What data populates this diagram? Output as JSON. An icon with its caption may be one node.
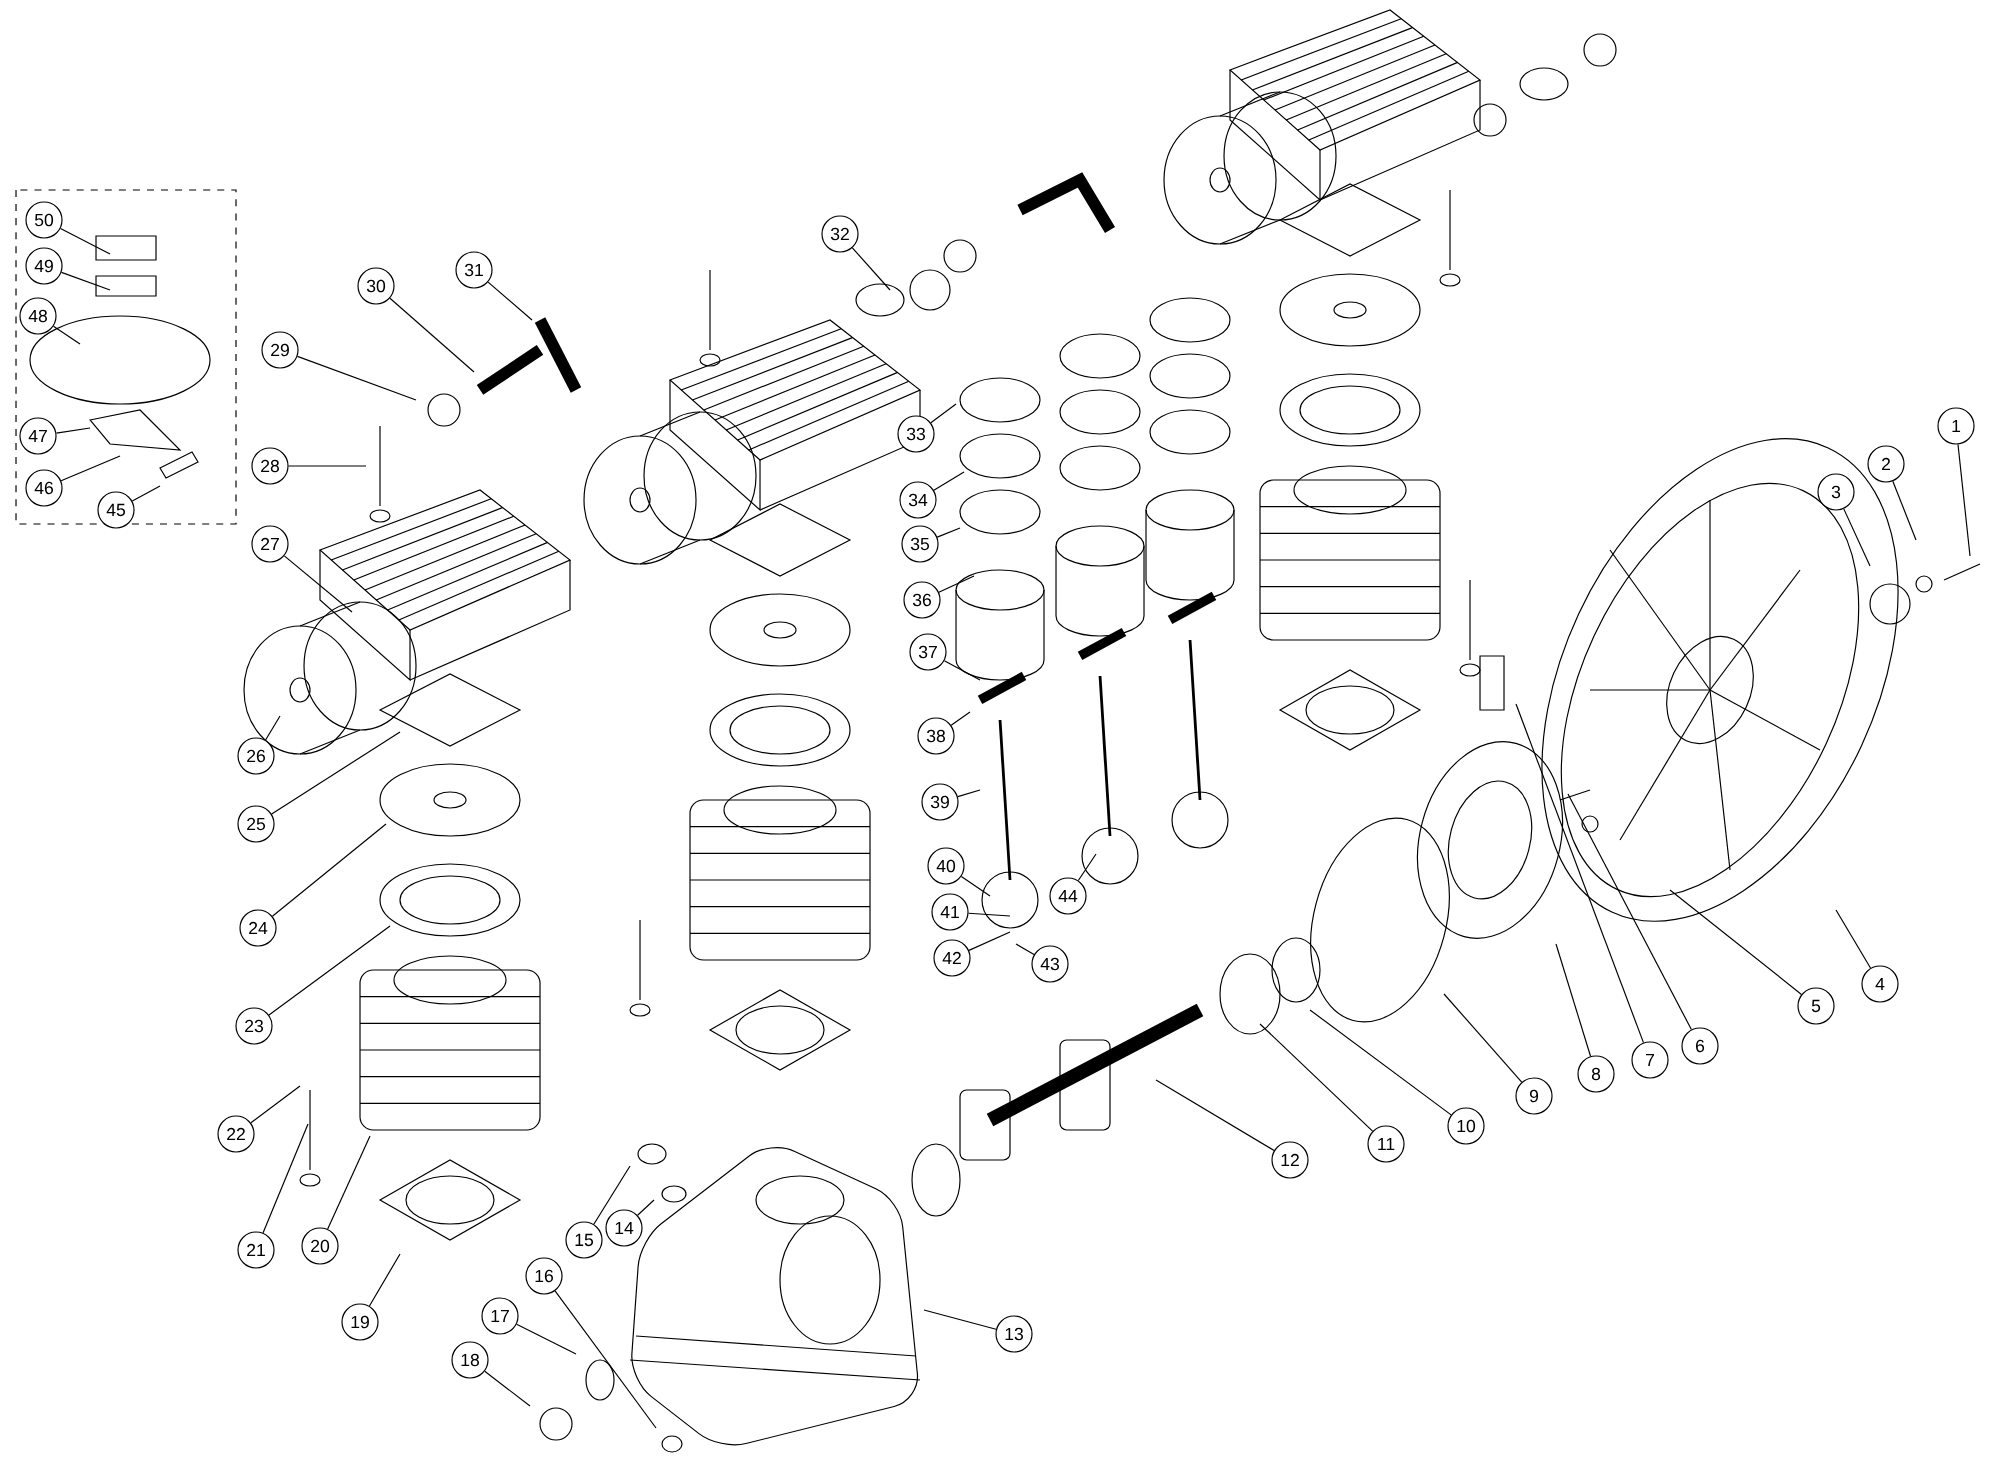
{
  "diagram": {
    "nodes": [
      {
        "text": [
          "50"
        ]
      },
      {
        "text": [
          "49"
        ]
      },
      {
        "text": [
          "48"
        ]
      },
      {
        "text": [
          "47"
        ]
      },
      {
        "text": [
          "46"
        ]
      },
      {
        "text": [
          "45"
        ]
      },
      {
        "text": [
          "1"
        ]
      },
      {
        "text": [
          "2"
        ]
      },
      {
        "text": [
          "3"
        ]
      },
      {
        "text": [
          "4"
        ]
      },
      {
        "text": [
          "5"
        ]
      },
      {
        "text": [
          "6"
        ]
      },
      {
        "text": [
          "7"
        ]
      },
      {
        "text": [
          "8"
        ]
      },
      {
        "text": [
          "9"
        ]
      },
      {
        "text": [
          "10"
        ]
      },
      {
        "text": [
          "11"
        ]
      },
      {
        "text": [
          "12"
        ]
      },
      {
        "text": [
          "13"
        ]
      },
      {
        "text": [
          "14"
        ]
      },
      {
        "text": [
          "15"
        ]
      },
      {
        "text": [
          "16"
        ]
      },
      {
        "text": [
          "17"
        ]
      },
      {
        "text": [
          "18"
        ]
      },
      {
        "text": [
          "19"
        ]
      },
      {
        "text": [
          "20"
        ]
      },
      {
        "text": [
          "21"
        ]
      },
      {
        "text": [
          "22"
        ]
      },
      {
        "text": [
          "23"
        ]
      },
      {
        "text": [
          "24"
        ]
      },
      {
        "text": [
          "25"
        ]
      },
      {
        "text": [
          "26"
        ]
      },
      {
        "text": [
          "27"
        ]
      },
      {
        "text": [
          "28"
        ]
      },
      {
        "text": [
          "29"
        ]
      },
      {
        "text": [
          "30"
        ]
      },
      {
        "text": [
          "31"
        ]
      },
      {
        "text": [
          "32"
        ]
      },
      {
        "text": [
          "33"
        ]
      },
      {
        "text": [
          "34"
        ]
      },
      {
        "text": [
          "35"
        ]
      },
      {
        "text": [
          "36"
        ]
      },
      {
        "text": [
          "37"
        ]
      },
      {
        "text": [
          "38"
        ]
      },
      {
        "text": [
          "39"
        ]
      },
      {
        "text": [
          "40"
        ]
      },
      {
        "text": [
          "41"
        ]
      },
      {
        "text": [
          "42"
        ]
      },
      {
        "text": [
          "43"
        ]
      },
      {
        "text": [
          "44"
        ]
      }
    ],
    "edges": [
      {
        "from": 0,
        "to": null,
        "arrow": "none"
      },
      {
        "from": 1,
        "to": null,
        "arrow": "none"
      },
      {
        "from": 2,
        "to": null,
        "arrow": "none"
      },
      {
        "from": 3,
        "to": null,
        "arrow": "none"
      },
      {
        "from": 4,
        "to": null,
        "arrow": "none"
      },
      {
        "from": 5,
        "to": null,
        "arrow": "none"
      },
      {
        "from": 6,
        "to": null,
        "arrow": "none"
      },
      {
        "from": 7,
        "to": null,
        "arrow": "none"
      },
      {
        "from": 8,
        "to": null,
        "arrow": "none"
      },
      {
        "from": 9,
        "to": null,
        "arrow": "none"
      },
      {
        "from": 10,
        "to": null,
        "arrow": "none"
      },
      {
        "from": 11,
        "to": null,
        "arrow": "none"
      },
      {
        "from": 12,
        "to": null,
        "arrow": "none"
      },
      {
        "from": 13,
        "to": null,
        "arrow": "none"
      },
      {
        "from": 14,
        "to": null,
        "arrow": "none"
      },
      {
        "from": 15,
        "to": null,
        "arrow": "none"
      },
      {
        "from": 16,
        "to": null,
        "arrow": "none"
      },
      {
        "from": 17,
        "to": null,
        "arrow": "none"
      },
      {
        "from": 18,
        "to": null,
        "arrow": "none"
      },
      {
        "from": 19,
        "to": null,
        "arrow": "none"
      },
      {
        "from": 20,
        "to": null,
        "arrow": "none"
      },
      {
        "from": 21,
        "to": null,
        "arrow": "none"
      },
      {
        "from": 22,
        "to": null,
        "arrow": "none"
      },
      {
        "from": 23,
        "to": null,
        "arrow": "none"
      },
      {
        "from": 24,
        "to": null,
        "arrow": "none"
      },
      {
        "from": 25,
        "to": null,
        "arrow": "none"
      },
      {
        "from": 26,
        "to": null,
        "arrow": "none"
      },
      {
        "from": 27,
        "to": null,
        "arrow": "none"
      },
      {
        "from": 28,
        "to": null,
        "arrow": "none"
      },
      {
        "from": 29,
        "to": null,
        "arrow": "none"
      },
      {
        "from": 30,
        "to": null,
        "arrow": "none"
      },
      {
        "from": 31,
        "to": null,
        "arrow": "none"
      },
      {
        "from": 32,
        "to": null,
        "arrow": "none"
      },
      {
        "from": 33,
        "to": null,
        "arrow": "none"
      },
      {
        "from": 34,
        "to": null,
        "arrow": "none"
      },
      {
        "from": 35,
        "to": null,
        "arrow": "none"
      },
      {
        "from": 36,
        "to": null,
        "arrow": "none"
      },
      {
        "from": 37,
        "to": null,
        "arrow": "none"
      },
      {
        "from": 38,
        "to": null,
        "arrow": "none"
      },
      {
        "from": 39,
        "to": null,
        "arrow": "none"
      },
      {
        "from": 40,
        "to": null,
        "arrow": "none"
      },
      {
        "from": 41,
        "to": null,
        "arrow": "none"
      },
      {
        "from": 42,
        "to": null,
        "arrow": "none"
      },
      {
        "from": 43,
        "to": null,
        "arrow": "none"
      },
      {
        "from": 44,
        "to": null,
        "arrow": "none"
      },
      {
        "from": 45,
        "to": null,
        "arrow": "none"
      },
      {
        "from": 46,
        "to": null,
        "arrow": "none"
      },
      {
        "from": 47,
        "to": null,
        "arrow": "none"
      },
      {
        "from": 48,
        "to": null,
        "arrow": "none"
      },
      {
        "from": 49,
        "to": null,
        "arrow": "none"
      }
    ]
  }
}
